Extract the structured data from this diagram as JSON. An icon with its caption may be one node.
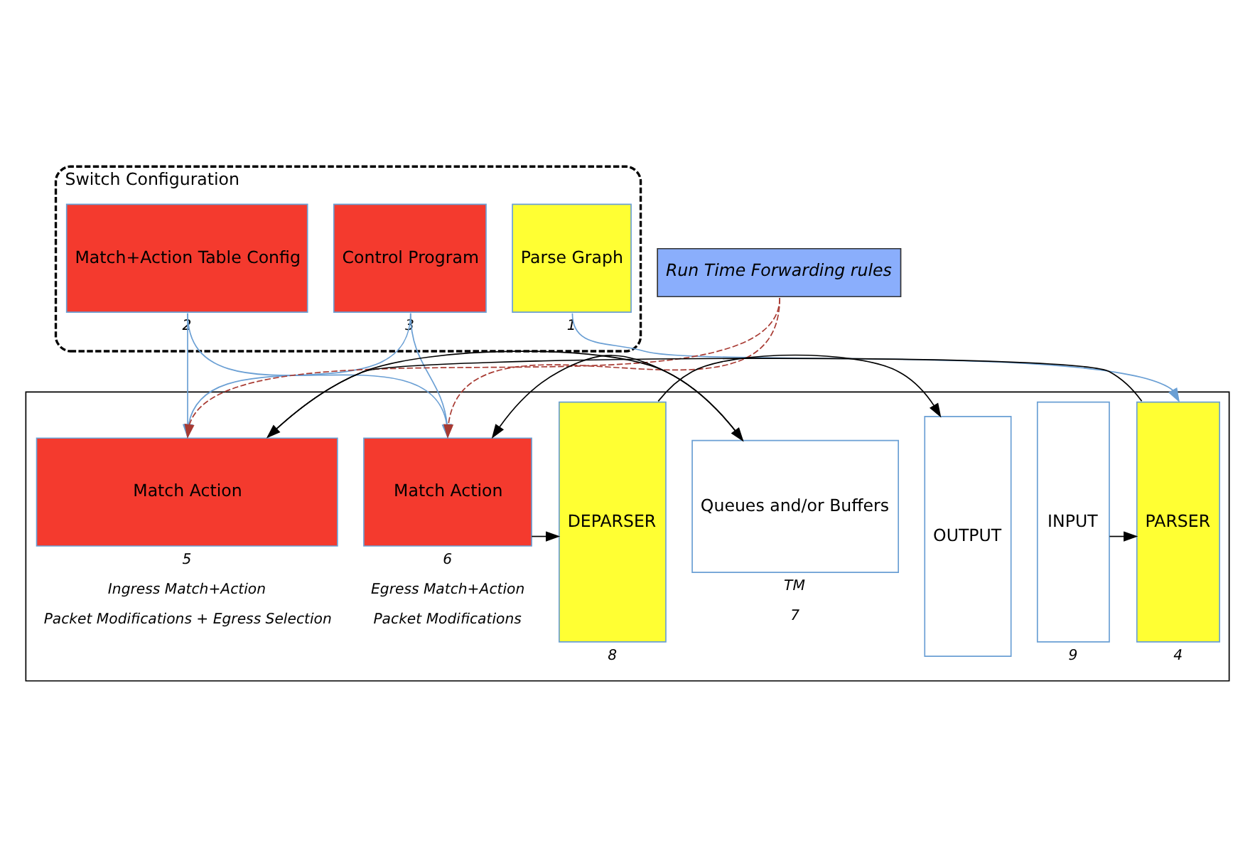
{
  "diagram": {
    "nodes": [
      {
        "text": [
          "Switch Configuration"
        ]
      },
      {
        "text": [
          "Parse Graph"
        ],
        "in": 0,
        "beside": [
          "1"
        ]
      },
      {
        "text": [
          "Control Program"
        ],
        "in": 0,
        "beside": [
          "3"
        ]
      },
      {
        "text": [
          "Match+Action Table Config"
        ],
        "in": 0,
        "beside": [
          "2"
        ]
      },
      {
        "text": [
          "Run Time Forwarding rules"
        ]
      },
      {
        "text": [],
        "shape": "box"
      },
      {
        "text": [
          "INPUT"
        ],
        "in": 5,
        "beside": [
          "9"
        ]
      },
      {
        "text": [
          "PARSER"
        ],
        "in": 5,
        "beside": [
          "4"
        ]
      },
      {
        "text": [
          "Match Action"
        ],
        "in": 5,
        "beside": [
          "5",
          "Ingress Match+Action",
          "Packet Modifications + Egress Selection"
        ]
      },
      {
        "text": [
          "Queues and/or Buffers"
        ],
        "in": 5,
        "beside": [
          "TM",
          "7"
        ]
      },
      {
        "text": [
          "Match Action"
        ],
        "in": 5,
        "beside": [
          "6",
          "Egress Match+Action",
          "Packet Modifications"
        ]
      },
      {
        "text": [
          "DEPARSER"
        ],
        "in": 5,
        "beside": [
          "8"
        ]
      },
      {
        "text": [
          "OUTPUT"
        ],
        "in": 5
      }
    ],
    "edges": [
      {
        "from": 1,
        "to": 7,
        "arrow": "to",
        "color": "#6a9fd4"
      },
      {
        "from": 2,
        "to": 8,
        "arrow": "to",
        "color": "#6a9fd4"
      },
      {
        "from": 2,
        "to": 10,
        "arrow": "to",
        "color": "#6a9fd4"
      },
      {
        "from": 3,
        "to": 8,
        "arrow": "to",
        "color": "#6a9fd4"
      },
      {
        "from": 3,
        "to": 10,
        "arrow": "to",
        "color": "#6a9fd4"
      },
      {
        "from": 4,
        "to": 8,
        "arrow": "to",
        "style": "dashed",
        "color": "#a83a32"
      },
      {
        "from": 4,
        "to": 10,
        "arrow": "to",
        "style": "dashed",
        "color": "#a83a32"
      },
      {
        "from": 6,
        "to": 7,
        "arrow": "to"
      },
      {
        "from": 7,
        "to": 8,
        "arrow": "to"
      },
      {
        "from": 8,
        "to": 9,
        "arrow": "to"
      },
      {
        "from": 9,
        "to": 10,
        "arrow": "to"
      },
      {
        "from": 10,
        "to": 11,
        "arrow": "to"
      },
      {
        "from": 11,
        "to": 12,
        "arrow": "to"
      }
    ]
  }
}
